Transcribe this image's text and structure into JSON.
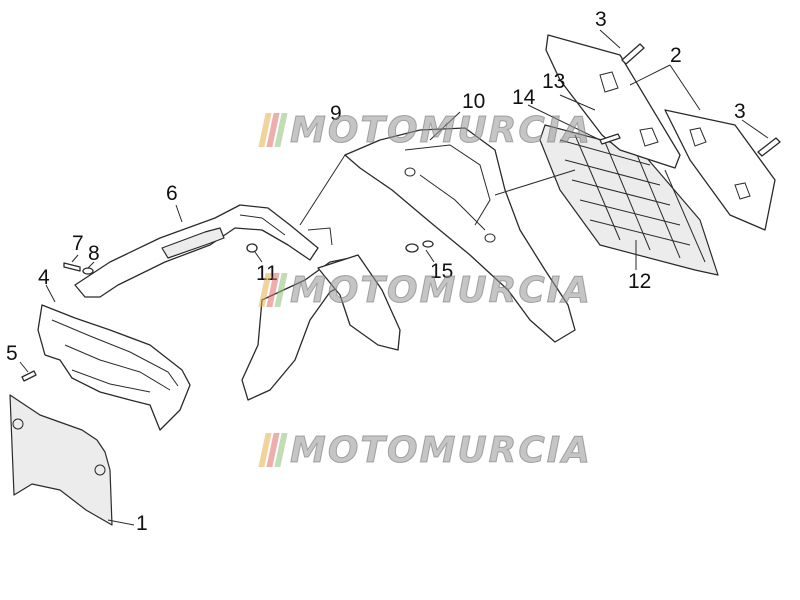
{
  "diagram": {
    "callouts": [
      "1",
      "2",
      "3",
      "3",
      "4",
      "5",
      "6",
      "7",
      "8",
      "9",
      "10",
      "11",
      "12",
      "13",
      "14",
      "15"
    ],
    "colors": {
      "line": "#2a2a2a",
      "watermark_text": "#969696",
      "watermark_bars": [
        "#e0b24a",
        "#e06c6c",
        "#8fbf7a"
      ]
    }
  },
  "watermark": {
    "text": "MOTOMURCIA"
  }
}
